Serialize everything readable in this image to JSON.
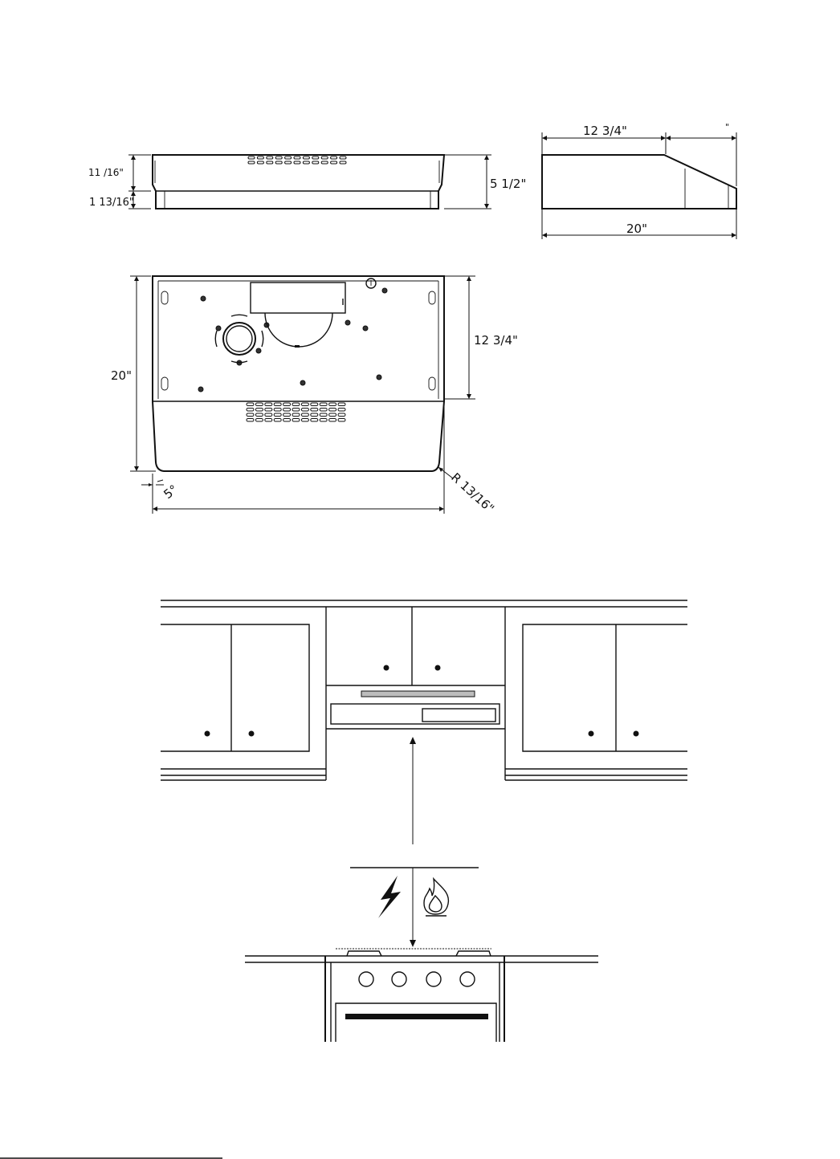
{
  "dimensions": {
    "front_top_height": "11 /16\"",
    "front_bottom_height": "1 13/16\"",
    "front_total_height": "5 1/2\"",
    "side_top_depth": "12 3/4\"",
    "side_top_extra": "\"",
    "side_total_depth": "20\"",
    "bottom_depth": "20\"",
    "bottom_mount_depth": "12 3/4\"",
    "bottom_angle": "5°",
    "bottom_radius": "R 13/16\""
  },
  "icons": [
    "lightning-icon",
    "flame-icon"
  ],
  "colors": {
    "line": "#111111",
    "background": "#ffffff"
  }
}
